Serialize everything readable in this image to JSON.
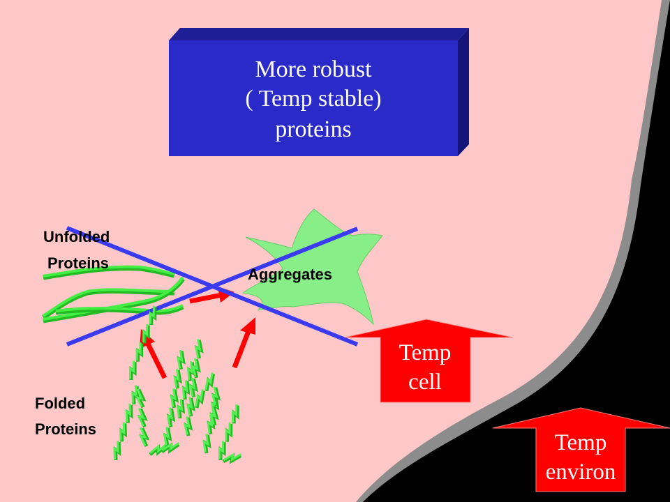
{
  "slide": {
    "robust_box": {
      "lines": [
        "More robust",
        "( Temp stable)",
        "proteins"
      ]
    },
    "labels": {
      "unfolded": [
        "Unfolded",
        "Proteins"
      ],
      "aggregates": "Aggregates",
      "folded": [
        "Folded",
        "Proteins"
      ]
    },
    "temp_cell_arrow": [
      "Temp",
      "cell"
    ],
    "temp_environ_arrow": [
      "Temp",
      "environ"
    ]
  },
  "colors": {
    "background": "#000000",
    "cell": "#ffc8c8",
    "box_front": "#2a2ac8",
    "box_top": "#1e1e96",
    "box_side": "#14147a",
    "green": "#44dd44",
    "red_arrow": "#ff0000",
    "cross_line": "#3a3af0"
  }
}
